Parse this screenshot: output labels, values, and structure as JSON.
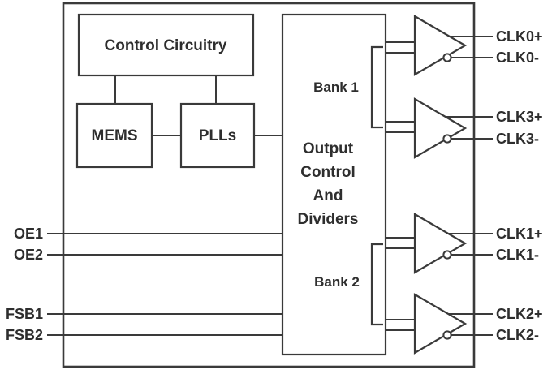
{
  "diagram": {
    "colors": {
      "line": "#3a3a3a",
      "text": "#2e2e2e",
      "background": "#ffffff"
    },
    "blocks": {
      "control_circuitry": {
        "label": "Control Circuitry"
      },
      "mems": {
        "label": "MEMS"
      },
      "plls": {
        "label": "PLLs"
      },
      "output_control": {
        "lines": [
          "Output",
          "Control",
          "And",
          "Dividers"
        ]
      },
      "bank1": {
        "label": "Bank 1"
      },
      "bank2": {
        "label": "Bank 2"
      }
    },
    "input_pins": [
      {
        "label": "OE1"
      },
      {
        "label": "OE2"
      },
      {
        "label": "FSB1"
      },
      {
        "label": "FSB2"
      }
    ],
    "output_pins": [
      {
        "label": "CLK0+"
      },
      {
        "label": "CLK0-"
      },
      {
        "label": "CLK3+"
      },
      {
        "label": "CLK3-"
      },
      {
        "label": "CLK1+"
      },
      {
        "label": "CLK1-"
      },
      {
        "label": "CLK2+"
      },
      {
        "label": "CLK2-"
      }
    ]
  }
}
